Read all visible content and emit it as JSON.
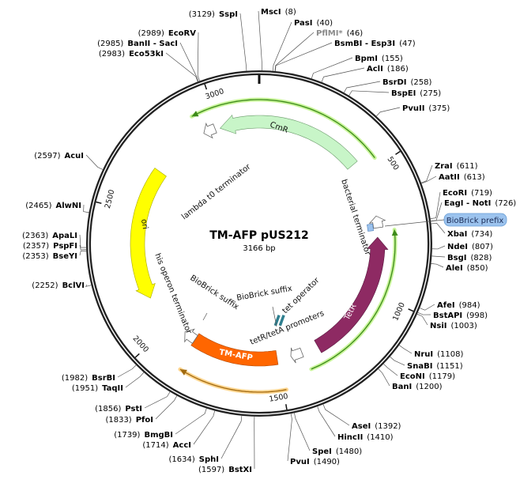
{
  "plasmid": {
    "name": "TM-AFP pUS212",
    "length_label": "3166 bp",
    "length_bp": 3166
  },
  "ticks": [
    "500",
    "1000",
    "1500",
    "2000",
    "2500",
    "3000"
  ],
  "features": {
    "cmr": "CmR",
    "ori": "ori",
    "tetr": "TetR",
    "tmafp": "TM-AFP",
    "lambda_term": "lambda t0 terminator",
    "bact_term": "bacterial terminator",
    "his_term": "his operon terminator",
    "biobrick_suffix_1": "BioBrick suffix",
    "biobrick_suffix_2": "BioBrick suffix",
    "tet_operator": "tet operator",
    "promoters": "tetR/tetA promoters",
    "biobrick_prefix": "BioBrick prefix"
  },
  "colors": {
    "cmr": "#c8f5c8",
    "ori": "#ffff00",
    "tetr": "#8e2a63",
    "tmafp": "#ff6600",
    "prefix": "#9cc3ee",
    "operator": "#2f7f8f",
    "green_arc": "#3d8a1a",
    "orange_arc": "#a06a10"
  },
  "enzymes": [
    {
      "name": "SspI",
      "pos": "(3129)"
    },
    {
      "name": "MscI",
      "pos": "(8)"
    },
    {
      "name": "PasI",
      "pos": "(40)"
    },
    {
      "name": "PflMI*",
      "pos": "(46)"
    },
    {
      "name": "BsmBI - Esp3I",
      "pos": "(47)"
    },
    {
      "name": "BpmI",
      "pos": "(155)"
    },
    {
      "name": "AclI",
      "pos": "(186)"
    },
    {
      "name": "BsrDI",
      "pos": "(258)"
    },
    {
      "name": "BspEI",
      "pos": "(275)"
    },
    {
      "name": "PvuII",
      "pos": "(375)"
    },
    {
      "name": "ZraI",
      "pos": "(611)"
    },
    {
      "name": "AatII",
      "pos": "(613)"
    },
    {
      "name": "EcoRI",
      "pos": "(719)"
    },
    {
      "name": "EagI - NotI",
      "pos": "(726)"
    },
    {
      "name": "XbaI",
      "pos": "(734)"
    },
    {
      "name": "NdeI",
      "pos": "(807)"
    },
    {
      "name": "BsgI",
      "pos": "(828)"
    },
    {
      "name": "AleI",
      "pos": "(850)"
    },
    {
      "name": "AfeI",
      "pos": "(984)"
    },
    {
      "name": "BstAPI",
      "pos": "(998)"
    },
    {
      "name": "NsiI",
      "pos": "(1003)"
    },
    {
      "name": "NruI",
      "pos": "(1108)"
    },
    {
      "name": "SnaBI",
      "pos": "(1151)"
    },
    {
      "name": "EcoNI",
      "pos": "(1179)"
    },
    {
      "name": "BanI",
      "pos": "(1200)"
    },
    {
      "name": "AseI",
      "pos": "(1392)"
    },
    {
      "name": "HincII",
      "pos": "(1410)"
    },
    {
      "name": "SpeI",
      "pos": "(1480)"
    },
    {
      "name": "PvuI",
      "pos": "(1490)"
    },
    {
      "name": "BstXI",
      "pos": "(1597)"
    },
    {
      "name": "SphI",
      "pos": "(1634)"
    },
    {
      "name": "AccI",
      "pos": "(1714)"
    },
    {
      "name": "BmgBI",
      "pos": "(1739)"
    },
    {
      "name": "PfoI",
      "pos": "(1833)"
    },
    {
      "name": "PstI",
      "pos": "(1856)"
    },
    {
      "name": "TaqII",
      "pos": "(1951)"
    },
    {
      "name": "BsrBI",
      "pos": "(1982)"
    },
    {
      "name": "BclVI",
      "pos": "(2252)"
    },
    {
      "name": "BseYI",
      "pos": "(2353)"
    },
    {
      "name": "PspFI",
      "pos": "(2357)"
    },
    {
      "name": "ApaLI",
      "pos": "(2363)"
    },
    {
      "name": "AlwNI",
      "pos": "(2465)"
    },
    {
      "name": "AcuI",
      "pos": "(2597)"
    },
    {
      "name": "Eco53kI",
      "pos": "(2983)"
    },
    {
      "name": "BanII - SacI",
      "pos": "(2985)"
    },
    {
      "name": "EcoRV",
      "pos": "(2989)"
    }
  ]
}
